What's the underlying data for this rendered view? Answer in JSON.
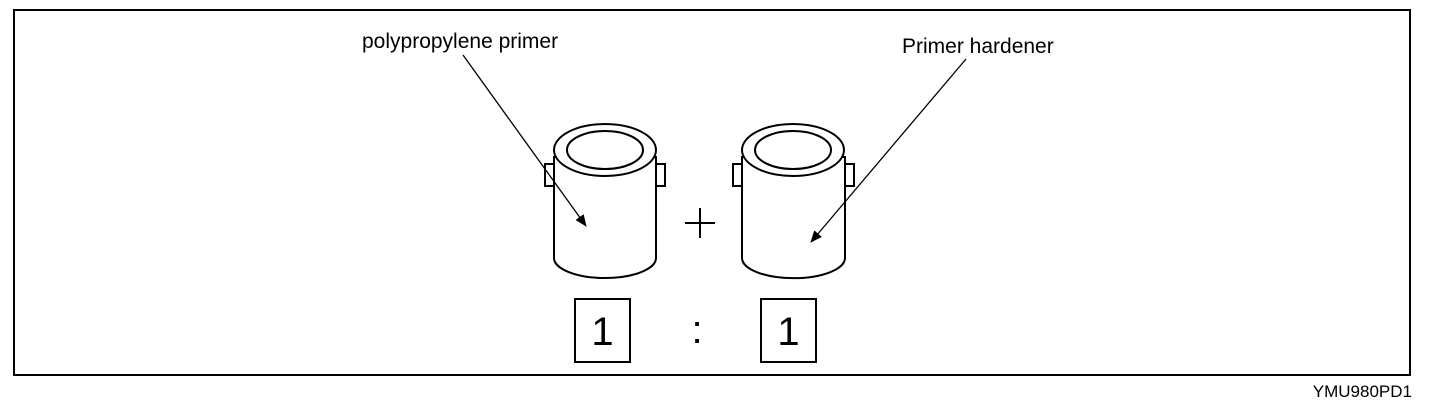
{
  "labels": {
    "left_can": "polypropylene primer",
    "right_can": "Primer hardener"
  },
  "ratio": {
    "left": "1",
    "separator": ":",
    "right": "1"
  },
  "operator": "+",
  "figure_code": "YMU980PD1"
}
